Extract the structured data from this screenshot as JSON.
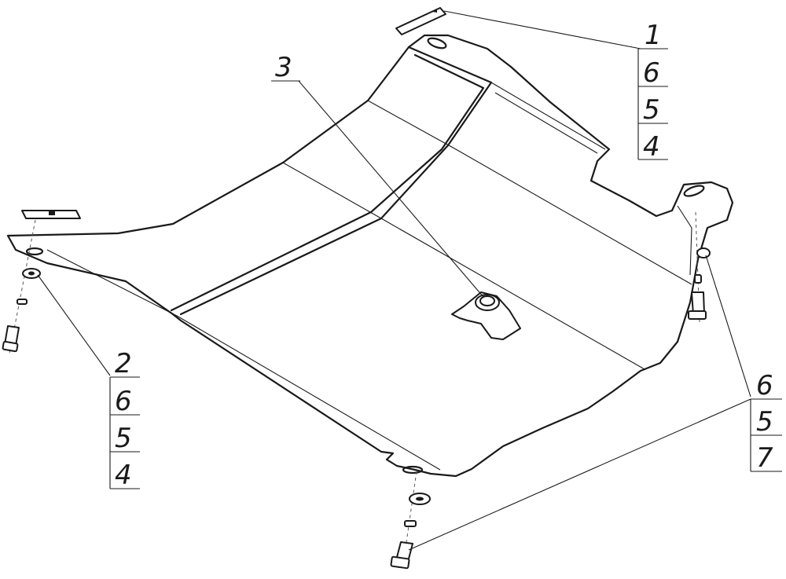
{
  "callouts": {
    "top_right": [
      "1",
      "6",
      "5",
      "4"
    ],
    "left": [
      "2",
      "6",
      "5",
      "4"
    ],
    "center": [
      "3"
    ],
    "right": [
      "6",
      "5",
      "7"
    ]
  }
}
